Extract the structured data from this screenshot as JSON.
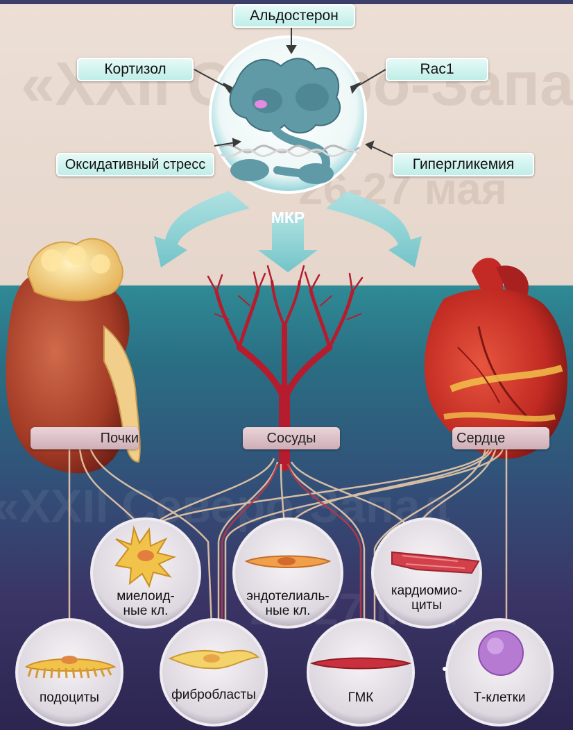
{
  "regulators": {
    "aldosterone": "Альдостерон",
    "cortisol": "Кортизол",
    "rac1": "Rac1",
    "oxidative_stress": "Оксидативный стресс",
    "hyperglycemia": "Гипергликемия"
  },
  "receptor": {
    "label": "МКР"
  },
  "organs": {
    "kidney": "Почки",
    "vessels": "Сосуды",
    "heart": "Сердце"
  },
  "cells": {
    "myeloid": [
      "миелоид-",
      "ные кл."
    ],
    "endothelial": [
      "эндотелиаль-",
      "ные кл."
    ],
    "cardiomyocytes": [
      "кардиомио-",
      "циты"
    ],
    "podocytes": "подоциты",
    "fibroblasts": "фибробласты",
    "smc": "ГМК",
    "t_cells": "Т-клетки"
  },
  "watermark": {
    "line1": "«XXII Северо-Запад",
    "line2": "26-27 мая"
  },
  "colors": {
    "label_fill": "#cdf3ee",
    "organ_label_fill": "#dcc0c6",
    "arrow": "#7fd0d4",
    "cell_circle": "#e9e4ea"
  }
}
